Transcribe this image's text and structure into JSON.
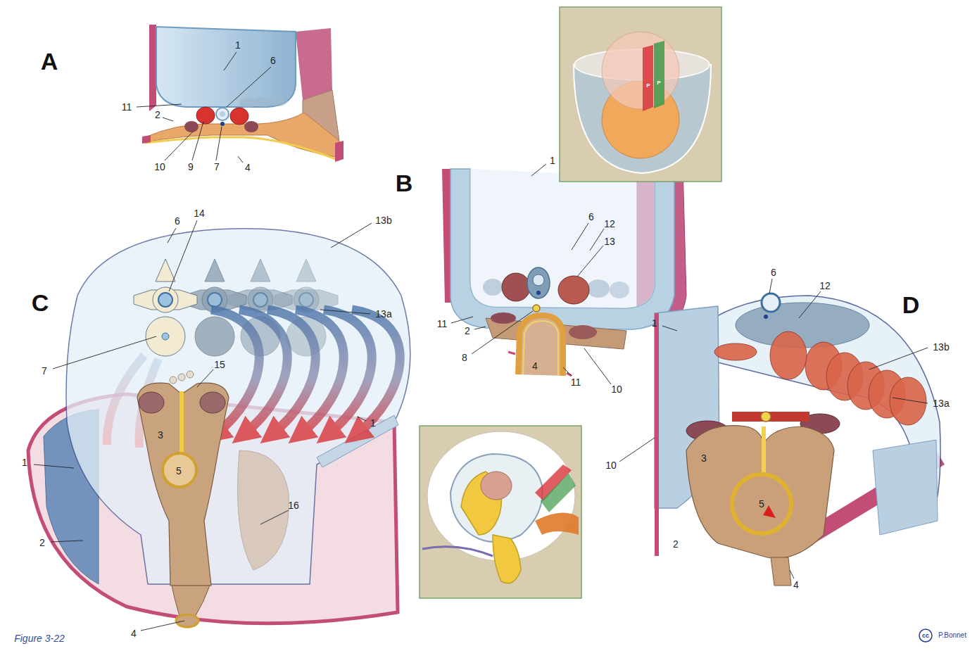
{
  "diagram": {
    "caption": "Figure 3-22",
    "labels": [
      "A",
      "1",
      "6",
      "11",
      "2",
      "10",
      "9",
      "7",
      "4",
      "B",
      "1",
      "6",
      "12",
      "13",
      "11",
      "2",
      "8",
      "4",
      "11",
      "10",
      "C",
      "6",
      "14",
      "13b",
      "13a",
      "7",
      "15",
      "1",
      "1",
      "3",
      "5",
      "16",
      "2",
      "4",
      "D",
      "6",
      "12",
      "13b",
      "1",
      "13a",
      "10",
      "3",
      "5",
      "2",
      "4",
      "P",
      "P",
      "cc",
      "P.Bonnet"
    ]
  }
}
